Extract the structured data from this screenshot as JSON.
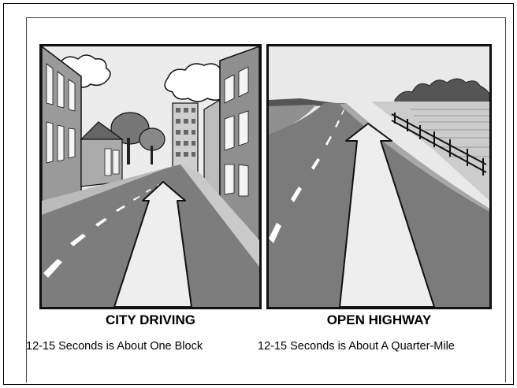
{
  "panels": [
    {
      "title": "CITY DRIVING",
      "caption": "12-15 Seconds is About One Block"
    },
    {
      "title": "OPEN HIGHWAY",
      "caption": "12-15 Seconds is About A Quarter-Mile"
    }
  ]
}
